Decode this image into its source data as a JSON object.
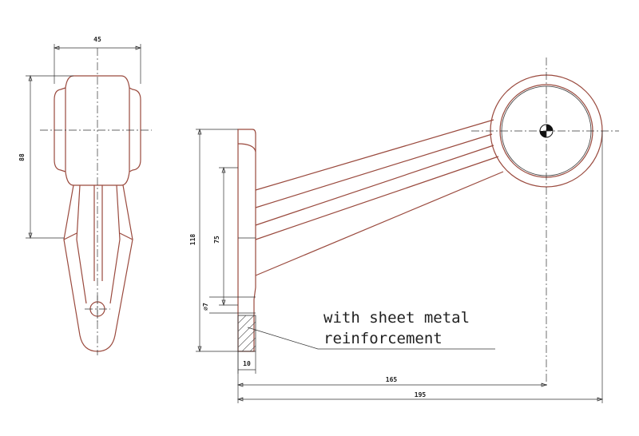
{
  "dimensions": {
    "width_45": "45",
    "height_88": "88",
    "height_118": "118",
    "height_75": "75",
    "dia_7": "⌀7",
    "thickness_10": "10",
    "reach_165": "165",
    "reach_195": "195"
  },
  "note": {
    "line1": "with sheet metal",
    "line2": "reinforcement"
  },
  "colors": {
    "outline": "#9a4a3e",
    "lines": "#333333"
  }
}
